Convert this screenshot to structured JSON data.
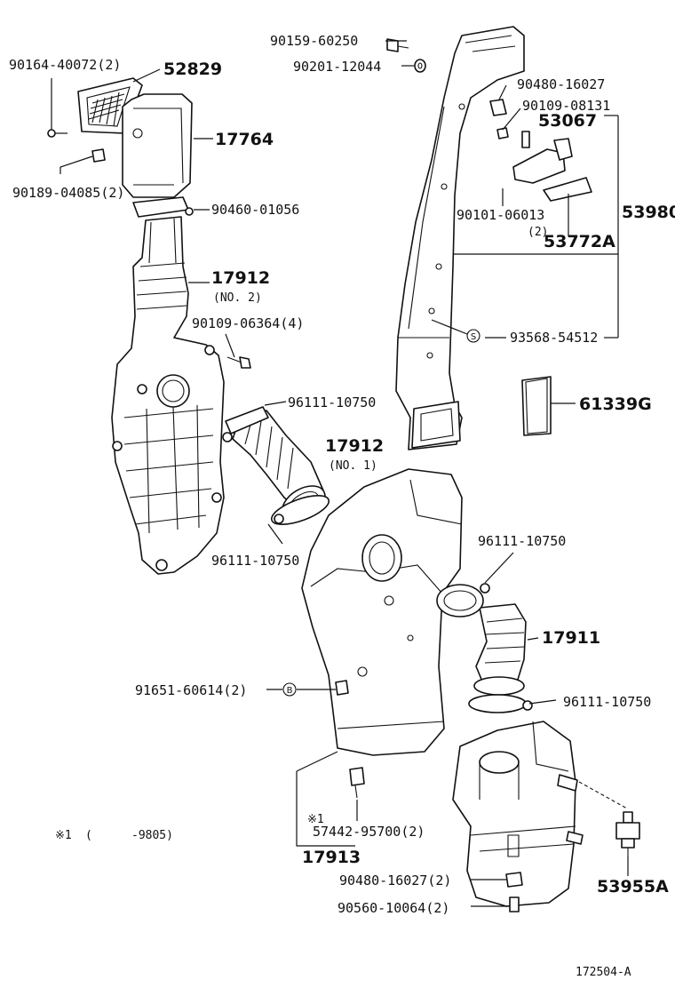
{
  "labels": {
    "p90159": "90159-60250",
    "p90201": "90201-12044",
    "p90164": "90164-40072(2)",
    "p52829": "52829",
    "p17764": "17764",
    "p90189": "90189-04085(2)",
    "p90460": "90460-01056",
    "p17912a": "17912",
    "p17912a_note": "(NO. 2)",
    "p90109a": "90109-06364(4)",
    "p96111a": "96111-10750",
    "p17912b": "17912",
    "p17912b_note": "(NO. 1)",
    "p96111b": "96111-10750",
    "p90480a": "90480-16027",
    "p90109b": "90109-08131",
    "p53067": "53067",
    "p90101": "90101-06013",
    "p90101_qty": "(2)",
    "p53772": "53772A",
    "p53980": "53980",
    "p93568": "93568-54512",
    "p61339": "61339G",
    "p96111c": "96111-10750",
    "p17911": "17911",
    "p91651": "91651-60614(2)",
    "p96111d": "96111-10750",
    "p57442_mark": "※1",
    "p57442": "57442-95700(2)",
    "p17913": "17913",
    "p90480b": "90480-16027(2)",
    "p90560": "90560-10064(2)",
    "p53955": "53955A",
    "note_mark": "※1",
    "note_paren": "(",
    "note_code": "-9805)",
    "figure_id": "172504-A"
  },
  "symbols": {
    "s_mark": "S",
    "b_mark": "B"
  },
  "colors": {
    "ink": "#111111",
    "paper": "#ffffff"
  }
}
